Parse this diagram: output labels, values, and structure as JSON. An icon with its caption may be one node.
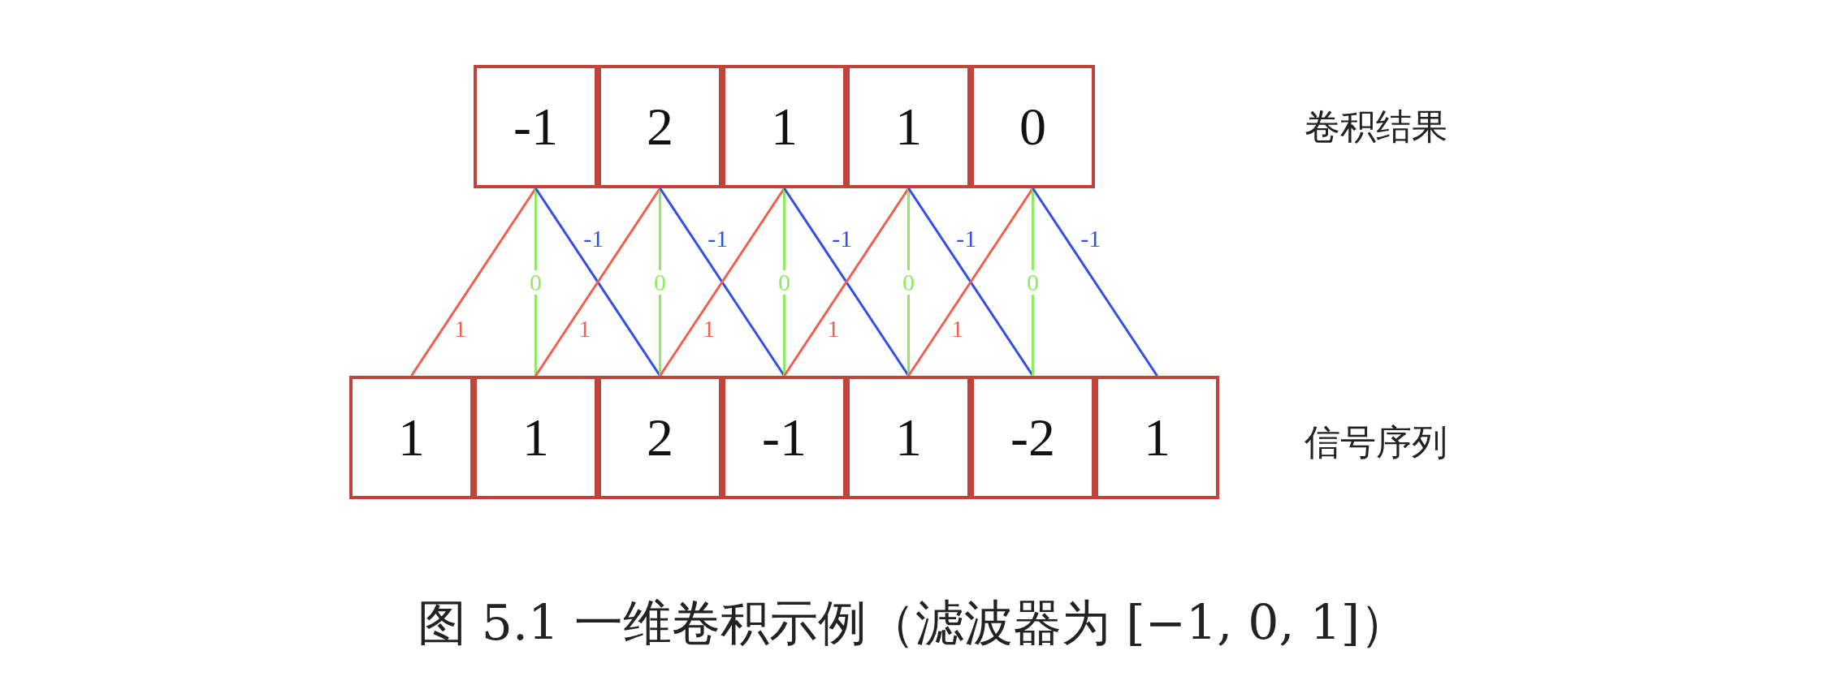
{
  "diagram": {
    "caption": "图 5.1 一维卷积示例（滤波器为 [−1, 0, 1]）",
    "nodes": [
      {
        "text": [
          "-1"
        ]
      },
      {
        "text": [
          "2"
        ]
      },
      {
        "text": [
          "1"
        ]
      },
      {
        "text": [
          "1"
        ]
      },
      {
        "text": [
          "0"
        ]
      },
      {
        "text": [
          "1"
        ]
      },
      {
        "text": [
          "1"
        ]
      },
      {
        "text": [
          "2"
        ]
      },
      {
        "text": [
          "-1"
        ]
      },
      {
        "text": [
          "1"
        ]
      },
      {
        "text": [
          "-2"
        ]
      },
      {
        "text": [
          "1"
        ]
      }
    ],
    "edges": [
      {
        "from": 0,
        "to": 5,
        "arrow": "none",
        "label": "1",
        "color": "#f0604f"
      },
      {
        "from": 0,
        "to": 6,
        "arrow": "none",
        "label": "0",
        "color": "#8eea60"
      },
      {
        "from": 0,
        "to": 7,
        "arrow": "none",
        "label": "-1",
        "color": "#2f4fe8"
      },
      {
        "from": 1,
        "to": 6,
        "arrow": "none",
        "label": "1",
        "color": "#f0604f"
      },
      {
        "from": 1,
        "to": 7,
        "arrow": "none",
        "label": "0",
        "color": "#8eea60"
      },
      {
        "from": 1,
        "to": 8,
        "arrow": "none",
        "label": "-1",
        "color": "#2f4fe8"
      },
      {
        "from": 2,
        "to": 7,
        "arrow": "none",
        "label": "1",
        "color": "#f0604f"
      },
      {
        "from": 2,
        "to": 8,
        "arrow": "none",
        "label": "0",
        "color": "#8eea60"
      },
      {
        "from": 2,
        "to": 9,
        "arrow": "none",
        "label": "-1",
        "color": "#2f4fe8"
      },
      {
        "from": 3,
        "to": 8,
        "arrow": "none",
        "label": "1",
        "color": "#f0604f"
      },
      {
        "from": 3,
        "to": 9,
        "arrow": "none",
        "label": "0",
        "color": "#8eea60"
      },
      {
        "from": 3,
        "to": 10,
        "arrow": "none",
        "label": "-1",
        "color": "#2f4fe8"
      },
      {
        "from": 4,
        "to": 9,
        "arrow": "none",
        "label": "1",
        "color": "#f0604f"
      },
      {
        "from": 4,
        "to": 10,
        "arrow": "none",
        "label": "0",
        "color": "#8eea60"
      },
      {
        "from": 4,
        "to": 11,
        "arrow": "none",
        "label": "-1",
        "color": "#2f4fe8"
      }
    ],
    "labels": [
      "卷积结果",
      "信号序列"
    ]
  }
}
